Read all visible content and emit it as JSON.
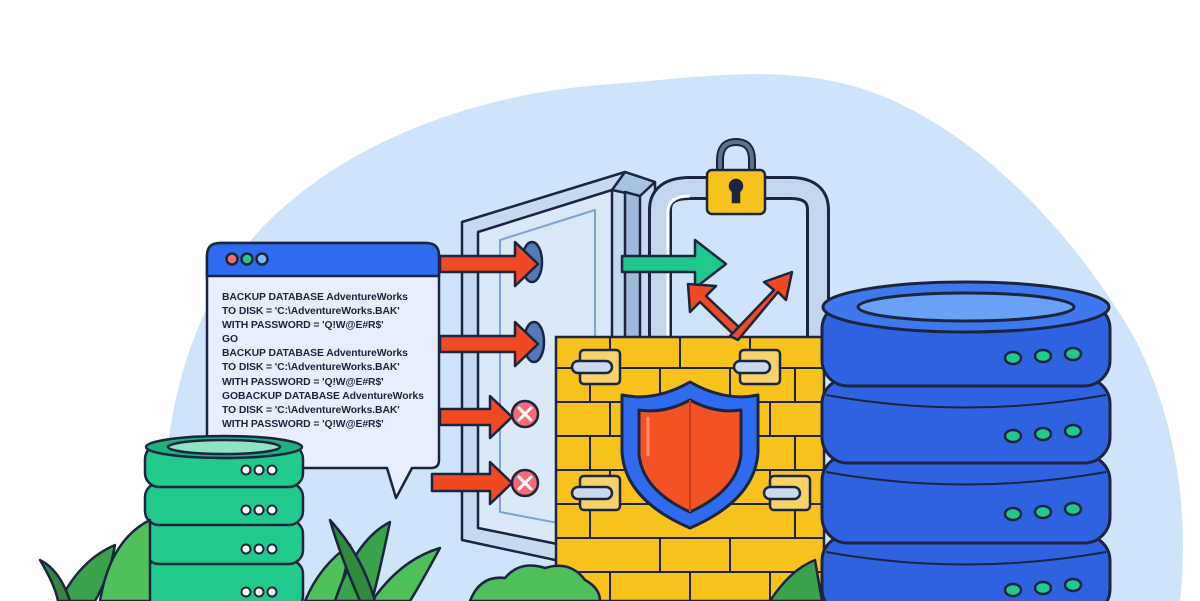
{
  "code_window": {
    "title_dots": [
      "red-dot",
      "green-dot",
      "blue-dot"
    ],
    "lines": [
      "BACKUP DATABASE AdventureWorks",
      "TO DISK = 'C:\\AdventureWorks.BAK'",
      "WITH PASSWORD = 'Q!W@E#R$'",
      "GO",
      "BACKUP DATABASE AdventureWorks",
      "TO DISK = 'C:\\AdventureWorks.BAK'",
      "WITH PASSWORD = 'Q!W@E#R$'",
      "GOBACKUP DATABASE AdventureWorks",
      "TO DISK = 'C:\\AdventureWorks.BAK'",
      "WITH PASSWORD = 'Q!W@E#R$'"
    ]
  },
  "icons": [
    "padlock-icon",
    "shield-icon",
    "database-icon",
    "vault-icon",
    "brick-wall-icon",
    "reject-x-icon",
    "arrow-icon",
    "plant-icon"
  ],
  "colors": {
    "background_blob": "#cfe4fb",
    "window_bar": "#2f6bef",
    "window_body": "#e9eefc",
    "vault": "#d8e6f7",
    "wall": "#f8c21c",
    "shield": "#2f6bef",
    "shield_inner": "#f25224",
    "arrow_red": "#f04a23",
    "arrow_green": "#1fc98e",
    "db_blue": "#2f62e0",
    "db_green": "#21c98d",
    "plant": "#3aa24a",
    "outline": "#1b2540"
  }
}
